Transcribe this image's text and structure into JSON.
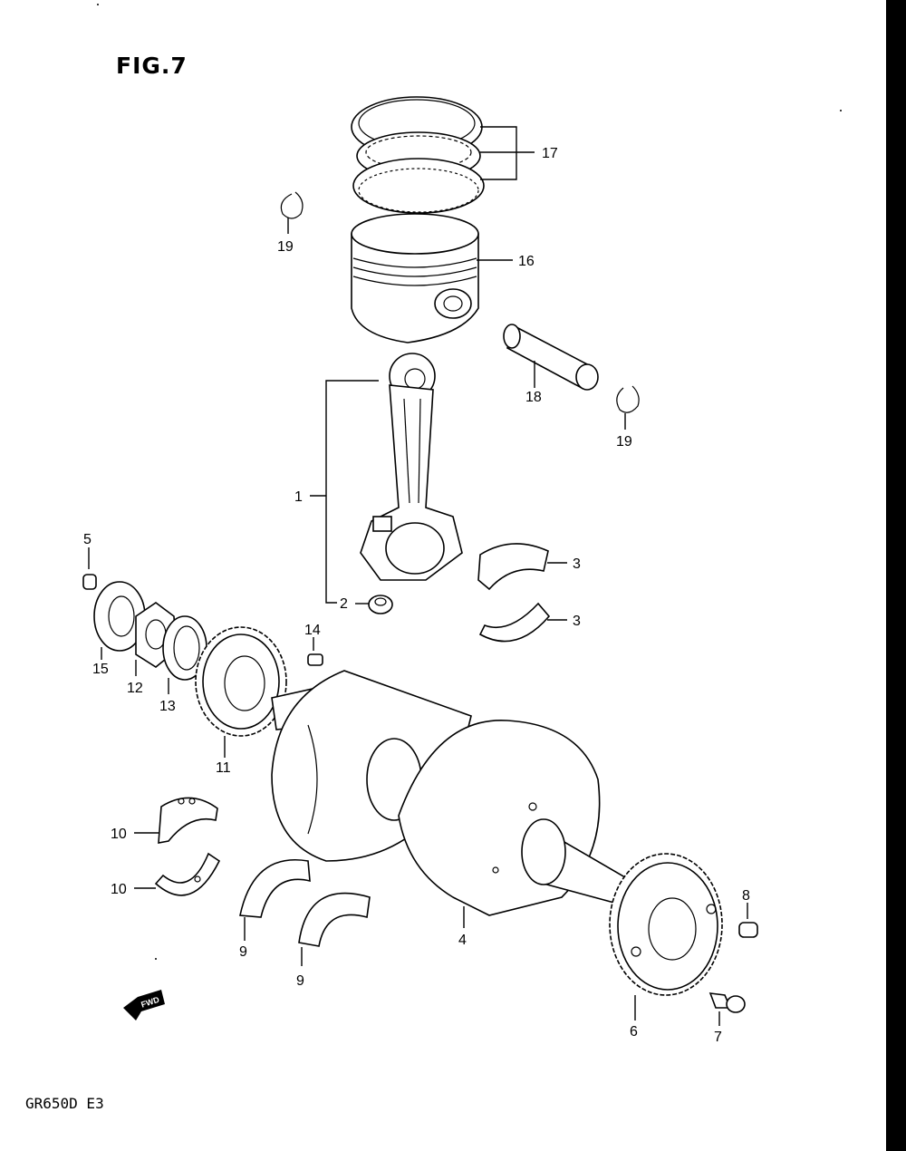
{
  "figure": {
    "title": "FIG.7",
    "model_code": "GR650D  E3"
  },
  "callouts": {
    "c1": "1",
    "c2": "2",
    "c3a": "3",
    "c3b": "3",
    "c4": "4",
    "c5": "5",
    "c6": "6",
    "c7": "7",
    "c8": "8",
    "c9a": "9",
    "c9b": "9",
    "c10a": "10",
    "c10b": "10",
    "c11": "11",
    "c12": "12",
    "c13": "13",
    "c14": "14",
    "c15": "15",
    "c16": "16",
    "c17": "17",
    "c18": "18",
    "c19a": "19",
    "c19b": "19"
  },
  "fwd_arrow": {
    "label": "FWD",
    "icon": "fwd-arrow-icon"
  }
}
